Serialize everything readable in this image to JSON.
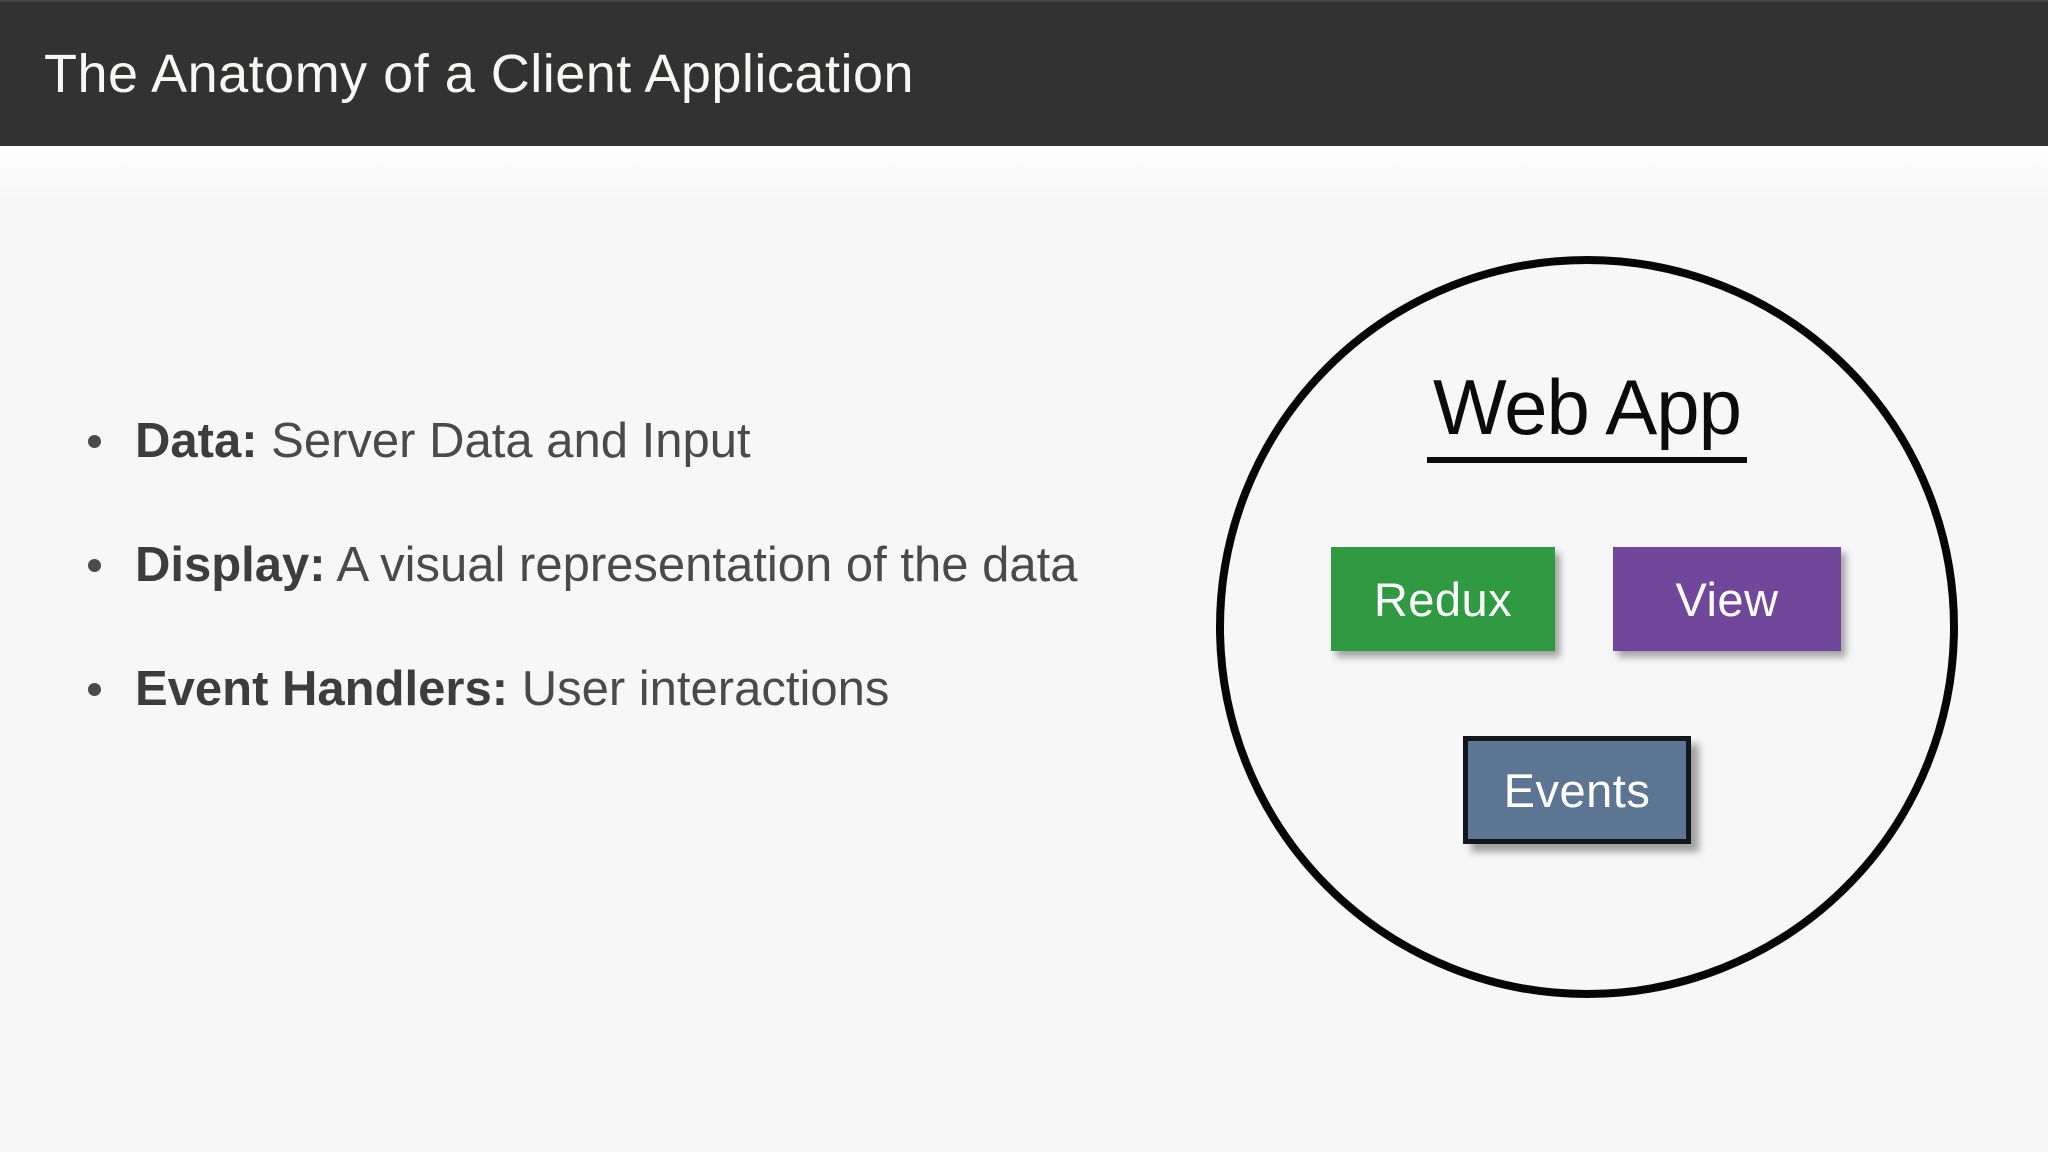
{
  "header": {
    "title": "The Anatomy of a Client Application"
  },
  "bullets": [
    {
      "label": "Data:",
      "text": "Server Data and Input"
    },
    {
      "label": "Display:",
      "text": "A visual representation of the data"
    },
    {
      "label": "Event Handlers:",
      "text": "User interactions"
    }
  ],
  "diagram": {
    "title": "Web App",
    "nodes": [
      {
        "id": "redux",
        "label": "Redux",
        "color": "#2f9a42"
      },
      {
        "id": "view",
        "label": "View",
        "color": "#70479a"
      },
      {
        "id": "events",
        "label": "Events",
        "color": "#5c7593"
      }
    ]
  },
  "colors": {
    "header_bg": "#323232",
    "header_text": "#f7f7f5",
    "slide_bg": "#f7f7f8",
    "body_text": "#4a4a4a",
    "bold_text": "#3d3d3d",
    "circle_stroke": "#060606",
    "node_text": "#ffffff"
  }
}
